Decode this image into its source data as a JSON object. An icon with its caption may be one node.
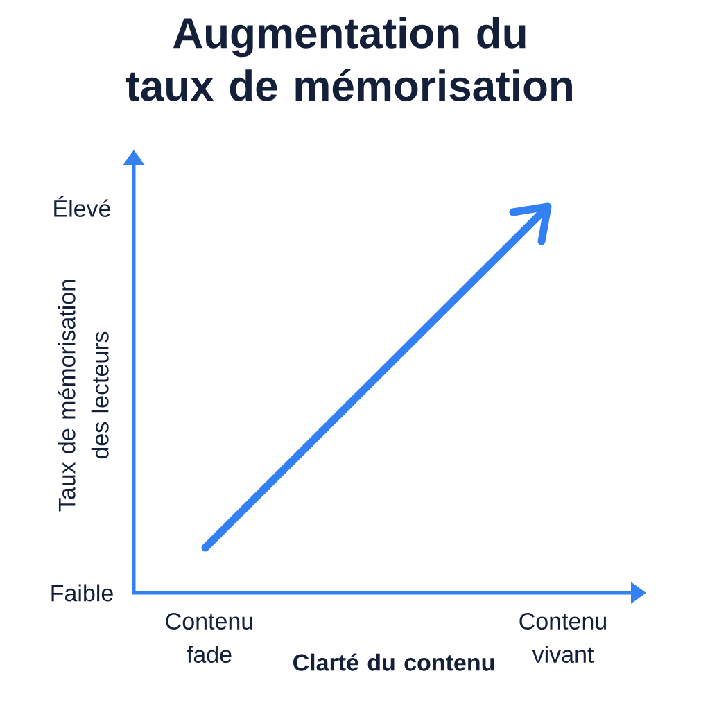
{
  "diagram": {
    "title": "Augmentation du taux de mémorisation",
    "labels": [
      "Élevé",
      "Taux de mémorisation des lecteurs",
      "Faible",
      "Contenu fade",
      "Clarté du contenu",
      "Contenu vivant"
    ]
  }
}
